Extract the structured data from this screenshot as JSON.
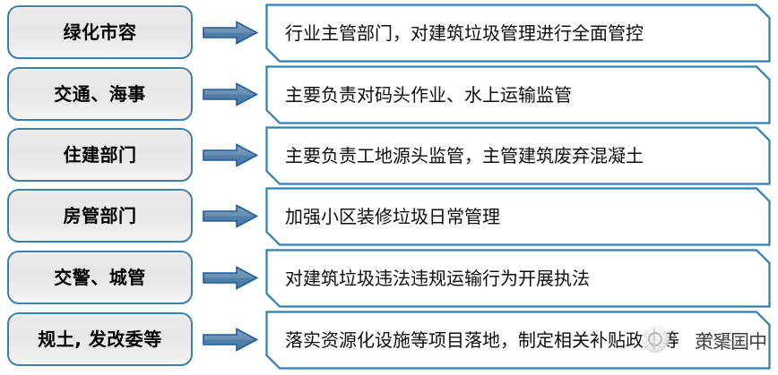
{
  "colors": {
    "box_border": "#3d7fad",
    "desc_border": "#2f7fb5",
    "arrow_fill": "#5a87b0",
    "arrow_border": "#1f5f9e",
    "box_fill_top": "#eceaea",
    "box_fill_bottom": "#f6f5f5",
    "text": "#000000",
    "background": "#ffffff"
  },
  "diagram": {
    "type": "responsibility-mapping",
    "rows": [
      {
        "department": "绿化市容",
        "arrow": "right-arrow-icon",
        "responsibility": "行业主管部门，对建筑垃圾管理进行全面管控"
      },
      {
        "department": "交通、海事",
        "arrow": "right-arrow-icon",
        "responsibility": "主要负责对码头作业、水上运输监管"
      },
      {
        "department": "住建部门",
        "arrow": "right-arrow-icon",
        "responsibility": "主要负责工地源头监管，主管建筑废弃混凝土"
      },
      {
        "department": "房管部门",
        "arrow": "right-arrow-icon",
        "responsibility": "加强小区装修垃圾日常管理"
      },
      {
        "department": "交警、城管",
        "arrow": "right-arrow-icon",
        "responsibility": "对建筑垃圾违法违规运输行为开展执法"
      },
      {
        "department": "规土, 发改委等",
        "arrow": "right-arrow-icon",
        "responsibility": "落实资源化设施等项目落地，制定相关补贴政策等"
      }
    ]
  },
  "watermark": {
    "text": "中国聚策",
    "badge": "circular-logo-icon"
  }
}
